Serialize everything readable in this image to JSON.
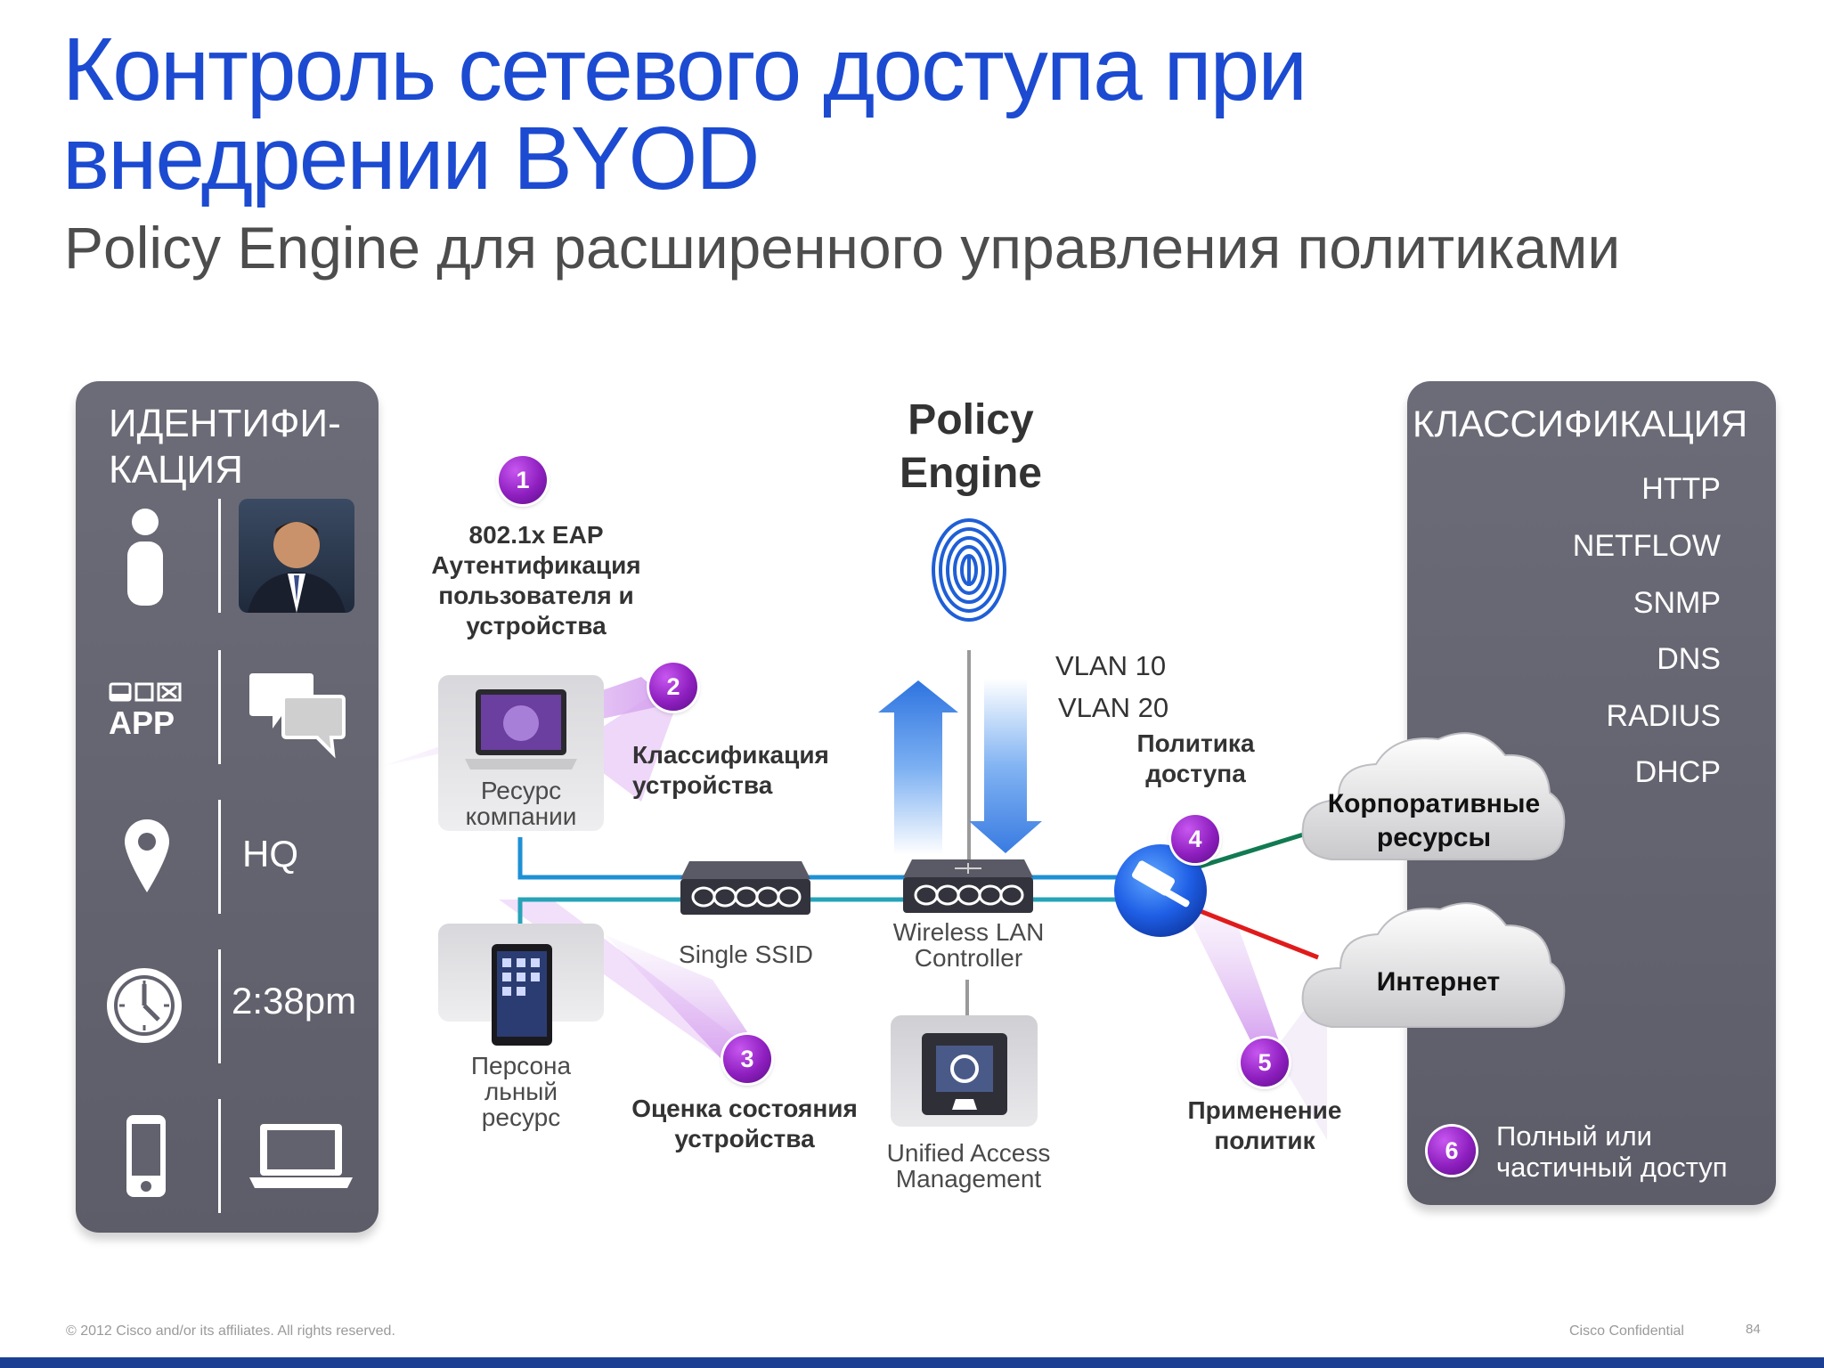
{
  "title": "Контроль сетевого доступа при внедрении BYOD",
  "subtitle": "Policy Engine для расширенного управления политиками",
  "left_panel": {
    "heading_line1": "ИДЕНТИФИ-",
    "heading_line2": "КАЦИЯ",
    "app_label": "APP",
    "location": "HQ",
    "time": "2:38pm"
  },
  "right_panel": {
    "heading": "КЛАССИФИКАЦИЯ",
    "items": [
      "HTTP",
      "NETFLOW",
      "SNMP",
      "DNS",
      "RADIUS",
      "DHCP"
    ],
    "access_text_line1": "Полный или",
    "access_text_line2": "частичный доступ"
  },
  "policy_engine": {
    "line1": "Policy",
    "line2": "Engine"
  },
  "vlans": [
    "VLAN 10",
    "VLAN 20"
  ],
  "steps": [
    {
      "number": "1",
      "lines": [
        "802.1x EAP",
        "Аутентификация",
        "пользователя и",
        "устройства"
      ]
    },
    {
      "number": "2",
      "lines": [
        "Классификация",
        "устройства"
      ]
    },
    {
      "number": "3",
      "lines": [
        "Оценка состояния",
        "устройства"
      ]
    },
    {
      "number": "4",
      "lines": [
        "Политика",
        "доступа"
      ]
    },
    {
      "number": "5",
      "lines": [
        "Применение",
        "политик"
      ]
    },
    {
      "number": "6"
    }
  ],
  "devices": {
    "company_resource": [
      "Ресурс",
      "компании"
    ],
    "personal_resource": [
      "Персона",
      "льный",
      "ресурс"
    ],
    "ssid": "Single SSID",
    "wlc": [
      "Wireless LAN",
      "Controller"
    ],
    "uam": [
      "Unified Access",
      "Management"
    ]
  },
  "clouds": {
    "corporate": [
      "Корпоративные",
      "ресурсы"
    ],
    "internet": "Интернет"
  },
  "footer": {
    "copyright": "© 2012 Cisco and/or its affiliates. All rights reserved.",
    "confidential": "Cisco Confidential",
    "page": "84"
  },
  "colors": {
    "title": "#1c4bd1",
    "panel": "#62626e",
    "badge": "#8e1fbf",
    "link_blue": "#1e90d6",
    "link_teal": "#27a3b8",
    "link_green": "#117a52",
    "link_red": "#e01b1b",
    "bottom_bar": "#1c3f94"
  }
}
